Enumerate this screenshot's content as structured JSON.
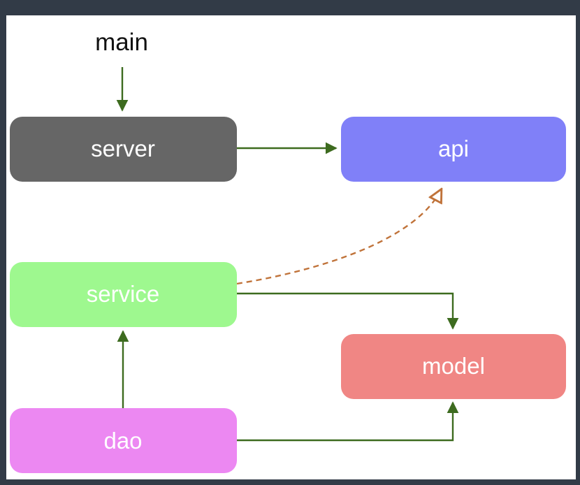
{
  "diagram": {
    "entry_label": "main",
    "nodes": {
      "server": {
        "label": "server",
        "color": "#666666"
      },
      "api": {
        "label": "api",
        "color": "#8080f8"
      },
      "service": {
        "label": "service",
        "color": "#9ef88f"
      },
      "model": {
        "label": "model",
        "color": "#f08684"
      },
      "dao": {
        "label": "dao",
        "color": "#ec88f2"
      }
    },
    "edges": [
      {
        "from": "main",
        "to": "server",
        "style": "solid"
      },
      {
        "from": "server",
        "to": "api",
        "style": "solid"
      },
      {
        "from": "service",
        "to": "api",
        "style": "dashed"
      },
      {
        "from": "service",
        "to": "model",
        "style": "solid"
      },
      {
        "from": "dao",
        "to": "service",
        "style": "solid"
      },
      {
        "from": "dao",
        "to": "model",
        "style": "solid"
      }
    ],
    "colors": {
      "solid_edge": "#3d6b1f",
      "dashed_edge": "#c0733a",
      "background": "#ffffff",
      "frame": "#323b47"
    }
  }
}
